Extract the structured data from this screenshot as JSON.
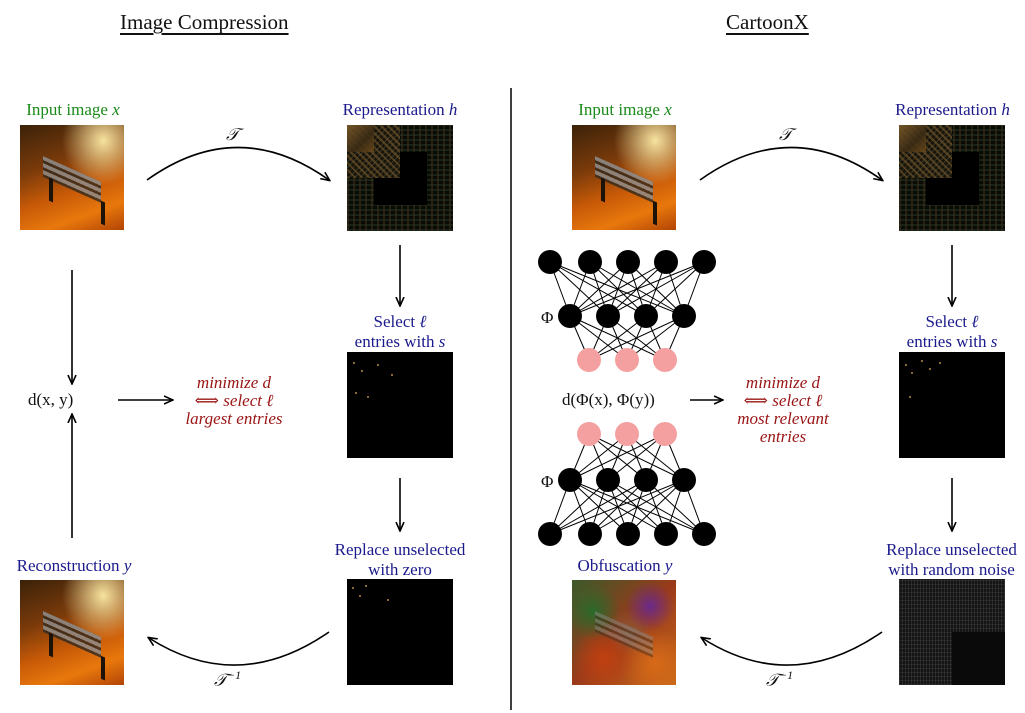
{
  "left": {
    "title": "Image Compression",
    "input_label": "Input image",
    "input_var": "x",
    "transform": "𝒯",
    "repr_label": "Representation",
    "repr_var": "h",
    "select_line1": "Select",
    "select_var": "ℓ",
    "select_line2": "entries with",
    "select_var2": "s",
    "distance": "d(x, y)",
    "objective_line1": "minimize d",
    "objective_line2a": "⟺",
    "objective_line2b": "select ℓ",
    "objective_line3": "largest entries",
    "replace_line1": "Replace unselected",
    "replace_line2": "with zero",
    "recon_label": "Reconstruction",
    "recon_var": "y",
    "inverse": "𝒯",
    "inverse_exp": "−1"
  },
  "right": {
    "title": "CartoonX",
    "input_label": "Input image",
    "input_var": "x",
    "transform": "𝒯",
    "repr_label": "Representation",
    "repr_var": "h",
    "phi": "Φ",
    "select_line1": "Select",
    "select_var": "ℓ",
    "select_line2": "entries with",
    "select_var2": "s",
    "distance": "d(Φ(x), Φ(y))",
    "objective_line1": "minimize d",
    "objective_line2a": "⟺",
    "objective_line2b": "select ℓ",
    "objective_line3": "most relevant",
    "objective_line4": "entries",
    "replace_line1": "Replace unselected",
    "replace_line2": "with random noise",
    "obf_label": "Obfuscation",
    "obf_var": "y",
    "inverse": "𝒯",
    "inverse_exp": "−1"
  },
  "colors": {
    "green_label": "#1a8a1a",
    "navy_label": "#1a1a8c",
    "red_text": "#9a1414",
    "node_black": "#000000",
    "node_pink": "#f4a0a0"
  }
}
